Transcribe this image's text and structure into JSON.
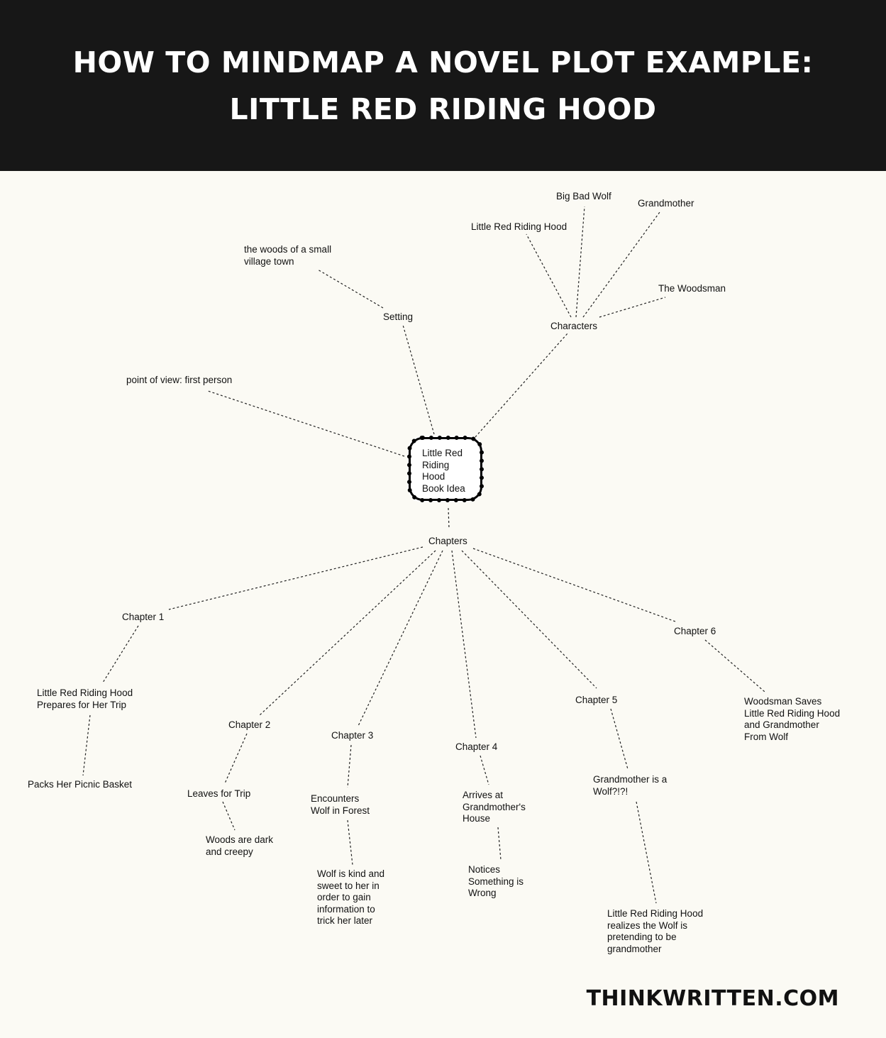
{
  "header": {
    "title_line1": "HOW TO MINDMAP A NOVEL PLOT EXAMPLE:",
    "title_line2": "LITTLE RED RIDING HOOD"
  },
  "mindmap": {
    "center": "Little Red\nRiding\nHood\nBook Idea",
    "point_of_view": "point of view: first person",
    "setting": "Setting",
    "setting_detail": "the woods of a small\nvillage town",
    "characters": "Characters",
    "character_items": [
      "Little Red Riding Hood",
      "Big Bad Wolf",
      "Grandmother",
      "The Woodsman"
    ],
    "chapters": "Chapters",
    "chapter1": "Chapter 1",
    "chapter1_event1": "Little Red Riding Hood\nPrepares for Her Trip",
    "chapter1_event2": "Packs Her Picnic Basket",
    "chapter2": "Chapter 2",
    "chapter2_event1": "Leaves for Trip",
    "chapter2_event2": "Woods are dark\nand creepy",
    "chapter3": "Chapter 3",
    "chapter3_event1": "Encounters\nWolf in Forest",
    "chapter3_event2": "Wolf is kind and\nsweet to her in\norder to gain\ninformation to\ntrick her later",
    "chapter4": "Chapter 4",
    "chapter4_event1": "Arrives at\nGrandmother's\nHouse",
    "chapter4_event2": "Notices\nSomething is\nWrong",
    "chapter5": "Chapter 5",
    "chapter5_event1": "Grandmother is a\nWolf?!?!",
    "chapter5_event2": "Little Red Riding Hood\nrealizes the Wolf is\npretending to be\ngrandmother",
    "chapter6": "Chapter 6",
    "chapter6_event1": "Woodsman Saves\nLittle Red Riding Hood\nand Grandmother\nFrom Wolf"
  },
  "footer": {
    "site": "THINKWRITTEN.COM"
  },
  "colors": {
    "banner": "#171717",
    "background": "#fbfaf4",
    "line": "#222222"
  }
}
